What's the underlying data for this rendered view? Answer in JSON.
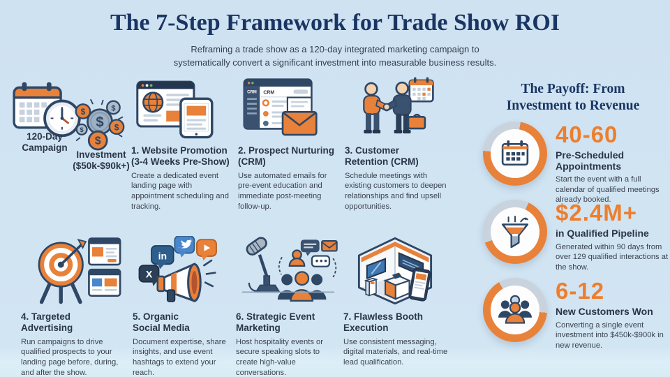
{
  "page": {
    "title": "The 7-Step Framework for Trade Show ROI",
    "subtitle_line1": "Reframing a trade show as a 120-day integrated marketing campaign to",
    "subtitle_line2": "systematically convert a significant investment into measurable business results."
  },
  "intro": {
    "campaign_label_line1": "120-Day",
    "campaign_label_line2": "Campaign",
    "investment_label_line1": "Investment",
    "investment_label_line2": "($50k-$90k+)"
  },
  "steps": [
    {
      "title_line1": "1. Website Promotion",
      "title_line2": "(3-4 Weeks Pre-Show)",
      "description": "Create a dedicated event landing page with appointment scheduling and tracking."
    },
    {
      "title_line1": "2. Prospect Nurturing",
      "title_line2": "(CRM)",
      "description": "Use automated emails for pre-event education and immediate post-meeting follow-up."
    },
    {
      "title_line1": "3. Customer",
      "title_line2": "Retention (CRM)",
      "description": "Schedule meetings with existing customers to deepen relationships and find upsell opportunities."
    },
    {
      "title_line1": "4. Targeted",
      "title_line2": "Advertising",
      "description": "Run campaigns to drive qualified prospects to your landing page before, during, and after the show."
    },
    {
      "title_line1": "5. Organic",
      "title_line2": "Social Media",
      "description": "Document expertise, share insights, and use event hashtags to extend your reach."
    },
    {
      "title_line1": "6. Strategic Event",
      "title_line2": "Marketing",
      "description": "Host hospitality events or secure speaking slots to create high-value conversations."
    },
    {
      "title_line1": "7. Flawless Booth",
      "title_line2": "Execution",
      "description": "Use consistent messaging, digital materials, and real-time lead qualification."
    }
  ],
  "payoff": {
    "header_line1": "The Payoff: From",
    "header_line2": "Investment to Revenue",
    "stats": [
      {
        "value": "40-60",
        "label": "Pre-Scheduled Appointments",
        "description": "Start the event with a full calendar of qualified meetings already booked."
      },
      {
        "value": "$2.4M+",
        "label": "in Qualified Pipeline",
        "description": "Generated within 90 days from over 129 qualified interactions at the show."
      },
      {
        "value": "6-12",
        "label": "New Customers Won",
        "description": "Converting a single event investment into $450k-$900k in new revenue."
      }
    ]
  },
  "icons": {
    "dollar": "$",
    "crm_label": "CRM",
    "linkedin_label": "in",
    "x_label": "X",
    "names": [
      "calendar-clock-icon",
      "investment-coins-icon",
      "website-promotion-icon",
      "crm-nurturing-icon",
      "handshake-retention-icon",
      "target-advertising-icon",
      "social-media-megaphone-icon",
      "event-marketing-icon",
      "booth-execution-icon",
      "appointments-calendar-icon",
      "pipeline-funnel-icon",
      "customers-group-icon"
    ]
  },
  "colors": {
    "accent_orange": "#E8813A",
    "navy": "#1A3563",
    "heading": "#2A3547",
    "body_text": "#3C4350",
    "background": "#CFE2F1",
    "ring_gray": "#C9D3DD"
  }
}
